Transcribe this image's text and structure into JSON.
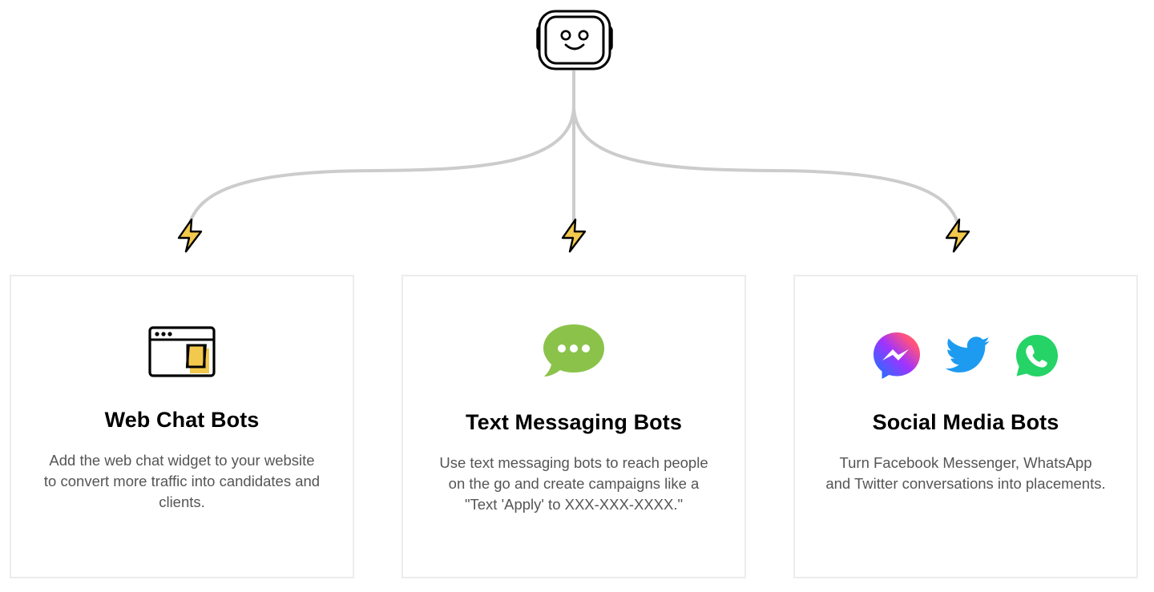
{
  "header": {
    "hub_icon": "robot-face-icon",
    "connector_color": "#cccccc",
    "bolt_icon": "lightning-bolt-icon",
    "bolt_color": "#f2c94c"
  },
  "cards": [
    {
      "title": "Web Chat Bots",
      "description": "Add the web chat widget to your website to convert more traffic into candidates and clients.",
      "icons": [
        "browser-window-chat-icon"
      ]
    },
    {
      "title": "Text Messaging Bots",
      "description": "Use text messaging bots to reach people on the go and create campaigns like a \"Text 'Apply' to XXX-XXX-XXXX.\"",
      "icons": [
        "sms-bubble-icon"
      ],
      "accent": "#8bc34a"
    },
    {
      "title": "Social Media Bots",
      "description": "Turn Facebook Messenger, WhatsApp and Twitter conversations into placements.",
      "icons": [
        "messenger-icon",
        "twitter-icon",
        "whatsapp-icon"
      ],
      "colors": {
        "twitter": "#1d9bf0",
        "whatsapp": "#25d366"
      }
    }
  ]
}
